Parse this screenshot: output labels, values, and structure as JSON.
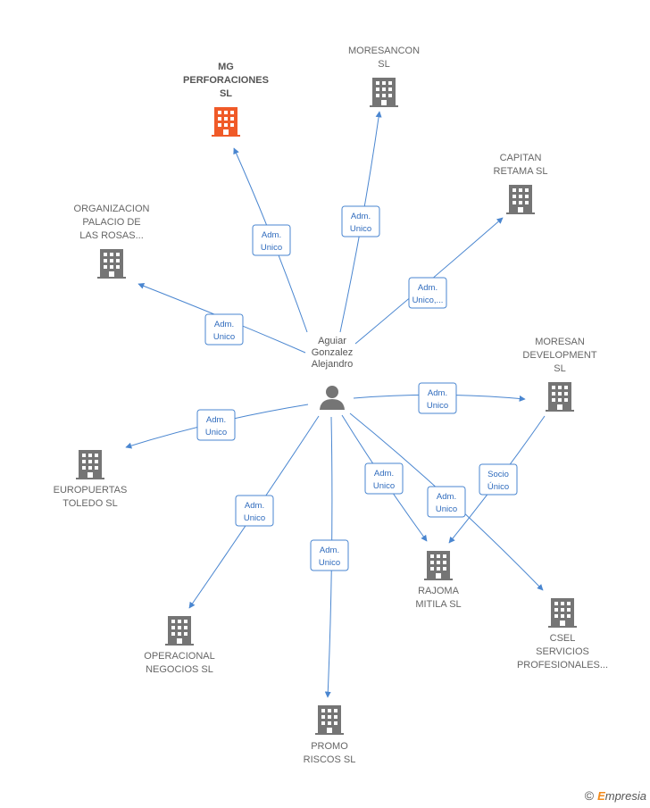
{
  "center": {
    "label": [
      "Aguiar",
      "Gonzalez",
      "Alejandro"
    ]
  },
  "colors": {
    "edge": "#4a86d0",
    "building": "#757575",
    "highlight": "#f05a28"
  },
  "companies": [
    {
      "id": "mg-perforaciones",
      "label": [
        "MG",
        "PERFORACIONES",
        "SL"
      ],
      "highlight": true
    },
    {
      "id": "moresancon",
      "label": [
        "MORESANCON",
        "SL"
      ]
    },
    {
      "id": "capitan-retama",
      "label": [
        "CAPITAN",
        "RETAMA SL"
      ]
    },
    {
      "id": "organizacion-palacio",
      "label": [
        "ORGANIZACION",
        "PALACIO DE",
        "LAS ROSAS..."
      ]
    },
    {
      "id": "moresan-development",
      "label": [
        "MORESAN",
        "DEVELOPMENT",
        "SL"
      ]
    },
    {
      "id": "europuertas-toledo",
      "label": [
        "EUROPUERTAS",
        "TOLEDO SL"
      ]
    },
    {
      "id": "rajoma-mitila",
      "label": [
        "RAJOMA",
        "MITILA SL"
      ]
    },
    {
      "id": "csel-servicios",
      "label": [
        "CSEL",
        "SERVICIOS",
        "PROFESIONALES..."
      ]
    },
    {
      "id": "operacional-negocios",
      "label": [
        "OPERACIONAL",
        "NEGOCIOS SL"
      ]
    },
    {
      "id": "promo-riscos",
      "label": [
        "PROMO",
        "RISCOS  SL"
      ]
    }
  ],
  "relations": [
    {
      "to": "mg-perforaciones",
      "label": [
        "Adm.",
        "Unico"
      ]
    },
    {
      "to": "moresancon",
      "label": [
        "Adm.",
        "Unico"
      ]
    },
    {
      "to": "capitan-retama",
      "label": [
        "Adm.",
        "Unico,..."
      ]
    },
    {
      "to": "organizacion-palacio",
      "label": [
        "Adm.",
        "Unico"
      ]
    },
    {
      "to": "moresan-development",
      "label": [
        "Adm.",
        "Unico"
      ]
    },
    {
      "to": "europuertas-toledo",
      "label": [
        "Adm.",
        "Unico"
      ]
    },
    {
      "to": "rajoma-mitila",
      "label": [
        "Adm.",
        "Unico"
      ]
    },
    {
      "to": "csel-servicios",
      "label": [
        "Adm.",
        "Unico"
      ]
    },
    {
      "to": "operacional-negocios",
      "label": [
        "Adm.",
        "Unico"
      ]
    },
    {
      "to": "promo-riscos",
      "label": [
        "Adm.",
        "Unico"
      ]
    },
    {
      "from": "moresan-development",
      "to": "rajoma-mitila",
      "label": [
        "Socio",
        "Único"
      ]
    }
  ],
  "brand": {
    "copyright": "©",
    "first_letter": "E",
    "rest": "mpresia"
  }
}
